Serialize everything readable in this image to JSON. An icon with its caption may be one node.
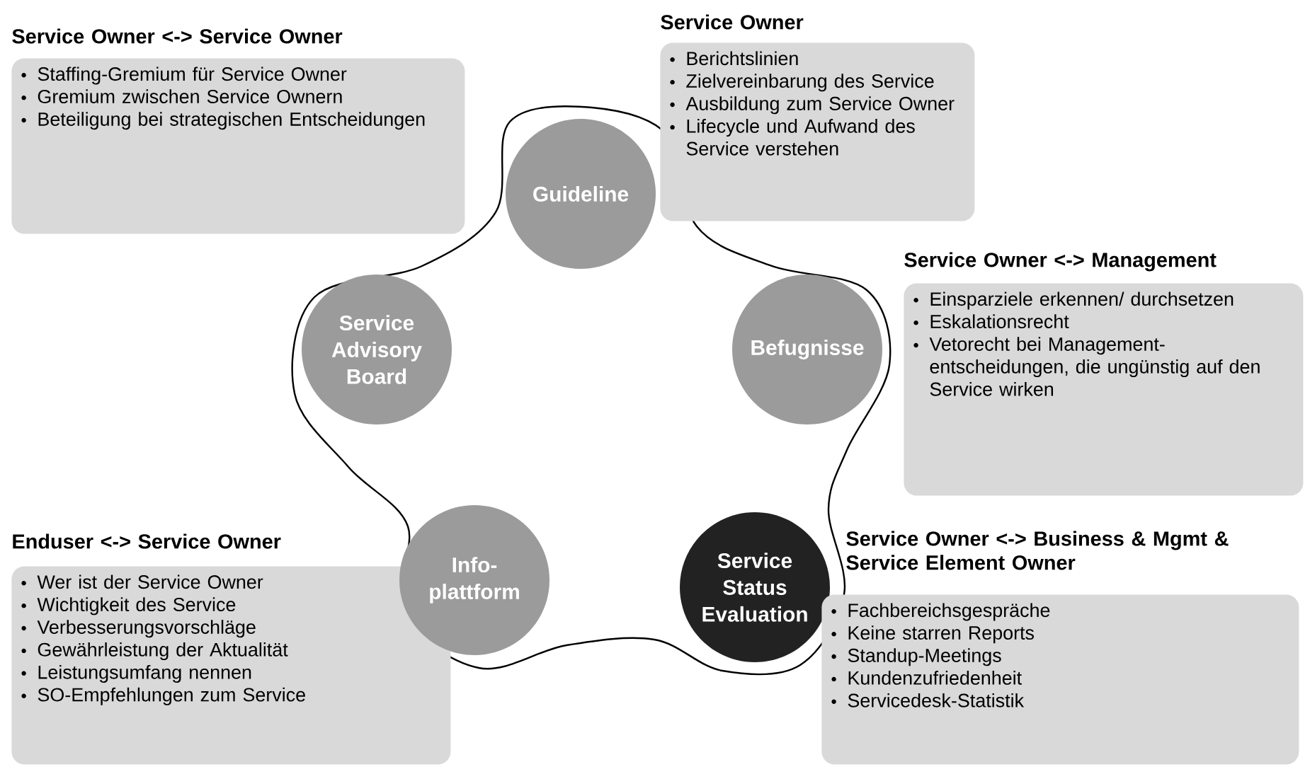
{
  "diagram": {
    "nodes": [
      {
        "text": [
          "Service Owner",
          "Berichtslinien",
          "Zielvereinbarung des Service",
          "Ausbildung zum Service Owner",
          "Lifecycle und Aufwand des Service verstehen"
        ]
      },
      {
        "text": [
          "Service Owner <-> Service Owner",
          "Staffing-Gremium für Service Owner",
          "Gremium zwischen Service Ownern",
          "Beteiligung bei strategischen Entscheidungen"
        ]
      },
      {
        "text": [
          "Guideline"
        ]
      },
      {
        "text": [
          "Service Owner <-> Management",
          "Einsparziele erkennen/ durchsetzen",
          "Eskalationsrecht",
          "Vetorecht bei Management- entscheidungen, die ungünstig auf den Service wirken"
        ]
      },
      {
        "text": [
          "Service Advisory Board"
        ]
      },
      {
        "text": [
          "Befugnisse"
        ]
      },
      {
        "text": [
          "Enduser <-> Service Owner",
          "Wer ist der Service Owner",
          "Wichtigkeit des Service",
          "Verbesserungsvorschläge",
          "Gewährleistung der Aktualität",
          "Leistungsumfang nennen",
          "SO-Empfehlungen zum Service"
        ]
      },
      {
        "text": [
          "Info- plattform"
        ]
      },
      {
        "text": [
          "Service Status Evaluation"
        ]
      },
      {
        "text": [
          "Service Owner <-> Business & Mgmt & Service Element Owner",
          "Fachbereichsgespräche",
          "Keine starren Reports",
          "Standup-Meetings",
          "Kundenzufriedenheit",
          "Servicedesk-Statistik"
        ]
      }
    ]
  }
}
